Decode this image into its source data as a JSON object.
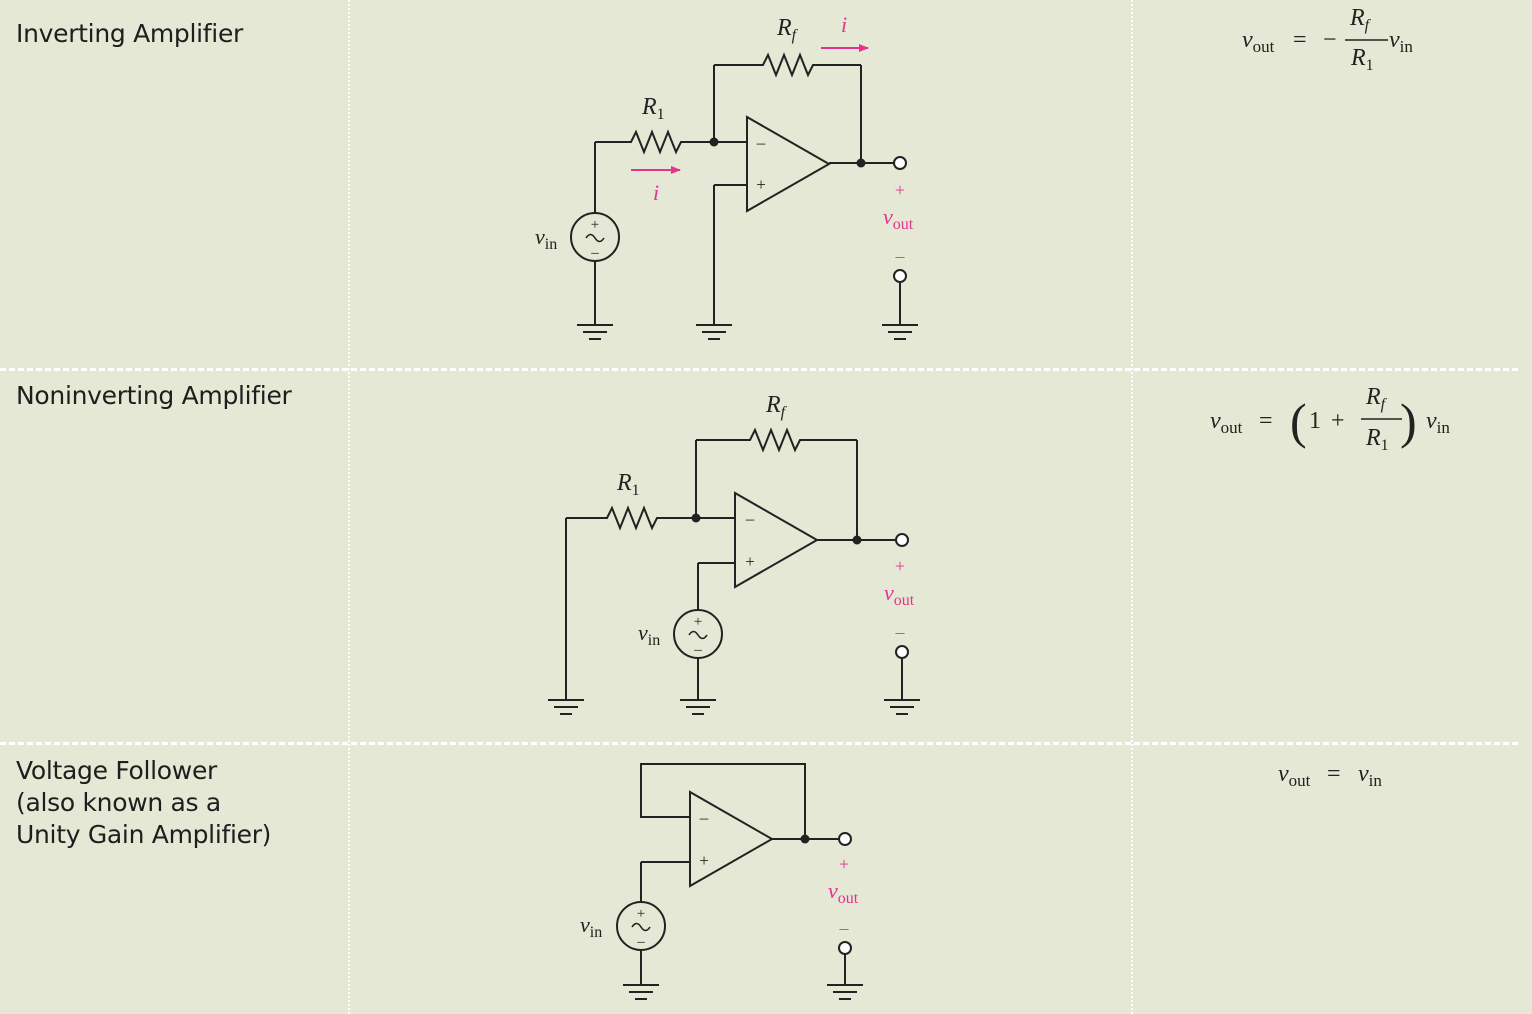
{
  "colors": {
    "background": "#e4e8d4",
    "divider": "#ffffff",
    "wire": "#222222",
    "annotation": "#e5338d"
  },
  "rows": [
    {
      "title_lines": [
        "Inverting Amplifier"
      ],
      "formula": {
        "lhs_v": "v",
        "lhs_sub": "out",
        "equals": "=",
        "minus": "−",
        "num_R": "R",
        "num_sub": "f",
        "den_R": "R",
        "den_sub": "1",
        "rhs_v": "v",
        "rhs_sub": "in"
      },
      "circuit": {
        "r1": {
          "R": "R",
          "sub": "1"
        },
        "rf": {
          "R": "R",
          "sub": "f"
        },
        "current": "i",
        "vin": {
          "v": "v",
          "sub": "in"
        },
        "vout": {
          "v": "v",
          "sub": "out"
        },
        "plus": "+",
        "minus": "–",
        "inv": "–",
        "noninv": "+"
      }
    },
    {
      "title_lines": [
        "Noninverting Amplifier"
      ],
      "formula": {
        "lhs_v": "v",
        "lhs_sub": "out",
        "equals": "=",
        "open_paren": "(",
        "one": "1",
        "plus": "+",
        "num_R": "R",
        "num_sub": "f",
        "den_R": "R",
        "den_sub": "1",
        "close_paren": ")",
        "rhs_v": "v",
        "rhs_sub": "in"
      },
      "circuit": {
        "r1": {
          "R": "R",
          "sub": "1"
        },
        "rf": {
          "R": "R",
          "sub": "f"
        },
        "vin": {
          "v": "v",
          "sub": "in"
        },
        "vout": {
          "v": "v",
          "sub": "out"
        },
        "plus": "+",
        "minus": "–",
        "inv": "–",
        "noninv": "+"
      }
    },
    {
      "title_lines": [
        "Voltage Follower",
        "(also known as a",
        "Unity Gain Amplifier)"
      ],
      "formula": {
        "lhs_v": "v",
        "lhs_sub": "out",
        "equals": "=",
        "rhs_v": "v",
        "rhs_sub": "in"
      },
      "circuit": {
        "vin": {
          "v": "v",
          "sub": "in"
        },
        "vout": {
          "v": "v",
          "sub": "out"
        },
        "plus": "+",
        "minus": "–",
        "inv": "–",
        "noninv": "+"
      }
    }
  ]
}
